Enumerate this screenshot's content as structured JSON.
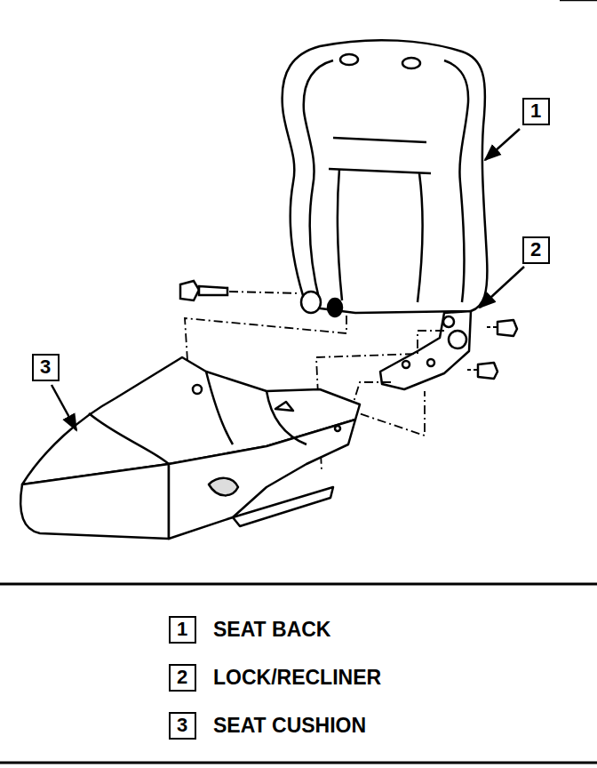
{
  "diagram": {
    "nodes": [
      {
        "text": [
          "1"
        ]
      },
      {
        "text": [
          "2"
        ]
      },
      {
        "text": [
          "3"
        ]
      },
      {
        "text": [
          "1"
        ]
      },
      {
        "text": [
          "2"
        ]
      },
      {
        "text": [
          "3"
        ]
      }
    ],
    "labels": [
      "SEAT BACK",
      "LOCK/RECLINER",
      "SEAT CUSHION"
    ]
  }
}
